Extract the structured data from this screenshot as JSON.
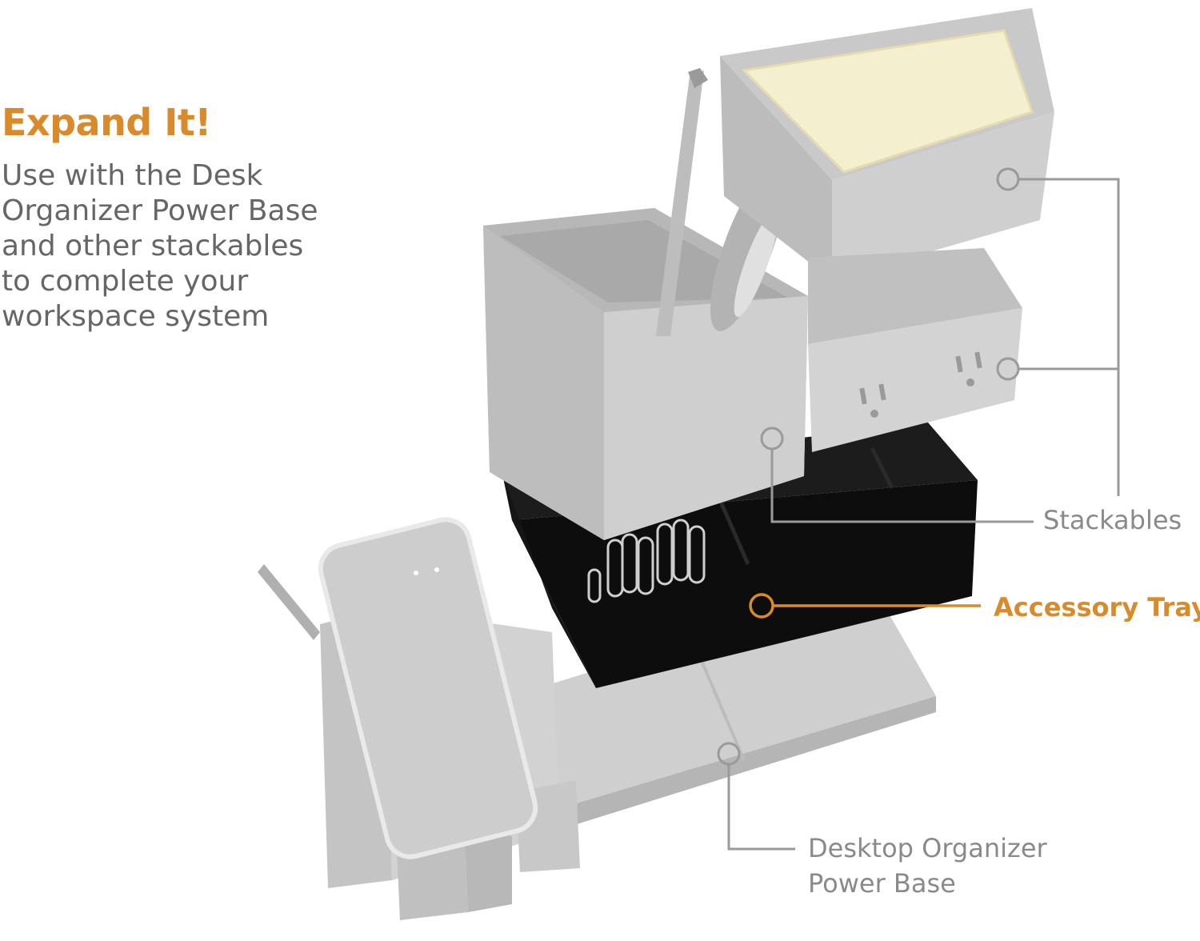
{
  "headline": "Expand It!",
  "description_lines": [
    "Use with the Desk",
    "Organizer Power Base",
    "and other stackables",
    "to complete your",
    "workspace system"
  ],
  "callouts": {
    "stackables": "Stackables",
    "accessory_tray": "Accessory Tray",
    "power_base_lines": [
      "Desktop Organizer",
      "Power Base"
    ]
  },
  "colors": {
    "accent": "#d98b2b",
    "body_text": "#666666",
    "label_text": "#8a8a8a",
    "product_gray": "#c9c9c9",
    "tray_black": "#111111",
    "sticky_note": "#f4efcf"
  }
}
